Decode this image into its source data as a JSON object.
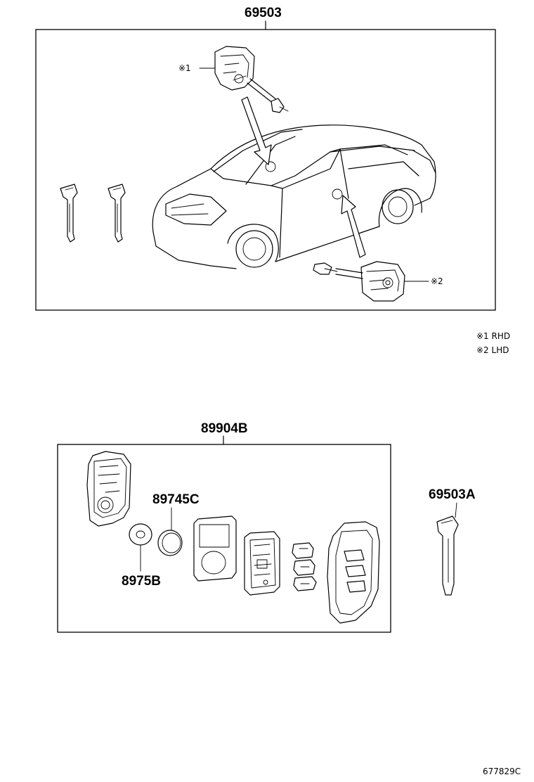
{
  "labels": {
    "top_group": "69503",
    "callout_1": "※1",
    "callout_2": "※2",
    "remote_group": "89904B",
    "battery": "89745C",
    "holder": "8975B",
    "spare_key": "69503A",
    "figure_id": "677829C"
  },
  "legend": {
    "note_1": "※1 RHD",
    "note_2": "※2 LHD"
  }
}
